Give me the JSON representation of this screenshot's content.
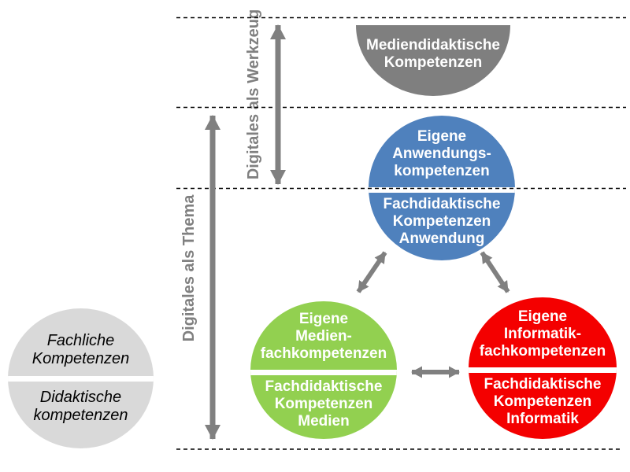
{
  "axis_labels": {
    "werkzeug": "Digitales als Werkzeug",
    "thema": "Digitales als Thema"
  },
  "nodes": {
    "mediendidaktik": {
      "text": "Mediendidaktische\nKompetenzen",
      "color": "#7f7f7f"
    },
    "anwendung": {
      "top": "Eigene\nAnwendungs-\nkompetenzen",
      "bottom": "Fachdidaktische\nKompetenzen\nAnwendung",
      "color": "#4f81bd"
    },
    "medien": {
      "top": "Eigene\nMedien-\nfachkompetenzen",
      "bottom": "Fachdidaktische\nKompetenzen\nMedien",
      "color": "#92d050"
    },
    "informatik": {
      "top": "Eigene\nInformatik-\nfachkompetenzen",
      "bottom": "Fachdidaktische\nKompetenzen\nInformatik",
      "color": "#f40000"
    },
    "allgemein": {
      "top": "Fachliche\nKompetenzen",
      "bottom": "Didaktische\nkompetenzen",
      "color": "#d9d9d9"
    }
  },
  "colors": {
    "arrow": "#808080",
    "dashed_line": "#000000",
    "divider": "#ffffff",
    "background": "#ffffff",
    "axis_label_text": "#808080",
    "circle_text": "#ffffff",
    "gray_circle_text": "#000000"
  }
}
